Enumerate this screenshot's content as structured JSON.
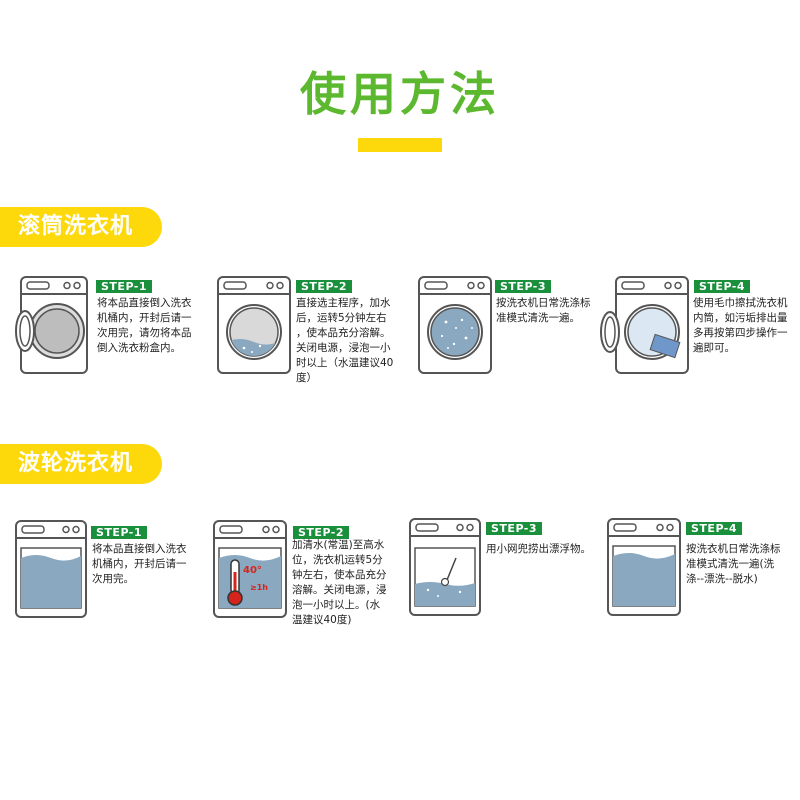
{
  "page": {
    "title": "使用方法"
  },
  "colors": {
    "title_green": "#5cb82e",
    "accent_yellow": "#fdd80a",
    "badge_green": "#1a8f3c",
    "machine_outline": "#555555",
    "water_blue": "#8aa8bf"
  },
  "sections": [
    {
      "label": "滚筒洗衣机",
      "steps": [
        {
          "badge": "STEP-1",
          "text": "将本品直接倒入洗衣\n机桶内，开封后请一\n次用完，请勿将本品\n倒入洗衣粉盒内。",
          "icon": "front-load-washer-icon"
        },
        {
          "badge": "STEP-2",
          "text": "直接选主程序，加水\n后，运转5分钟左右\n，使本品充分溶解。\n关闭电源，浸泡一小\n时以上（水温建议40\n度）",
          "icon": "front-load-washer-water-icon"
        },
        {
          "badge": "STEP-3",
          "text": "按洗衣机日常洗涤标\n准模式清洗一遍。",
          "icon": "front-load-washer-wash-icon"
        },
        {
          "badge": "STEP-4",
          "text": "使用毛巾擦拭洗衣机\n内筒，如污垢排出量\n多再按第四步操作一\n遍即可。",
          "icon": "front-load-washer-wipe-icon"
        }
      ]
    },
    {
      "label": "波轮洗衣机",
      "steps": [
        {
          "badge": "STEP-1",
          "text": "将本品直接倒入洗衣\n机桶内，开封后请一\n次用完。",
          "icon": "top-load-washer-icon"
        },
        {
          "badge": "STEP-2",
          "text": "加清水(常温)至高水\n位，洗衣机运转5分\n钟左右，使本品充分\n溶解。关闭电源，浸\n泡一小时以上。(水\n温建议40度)",
          "icon": "top-load-washer-thermometer-icon",
          "temp_label": "40°",
          "time_label": "≥1h"
        },
        {
          "badge": "STEP-3",
          "text": "用小网兜捞出漂浮物。",
          "icon": "top-load-washer-net-icon"
        },
        {
          "badge": "STEP-4",
          "text": "按洗衣机日常洗涤标\n准模式清洗一遍(洗\n涤--漂洗--脱水)",
          "icon": "top-load-washer-full-icon"
        }
      ]
    }
  ]
}
